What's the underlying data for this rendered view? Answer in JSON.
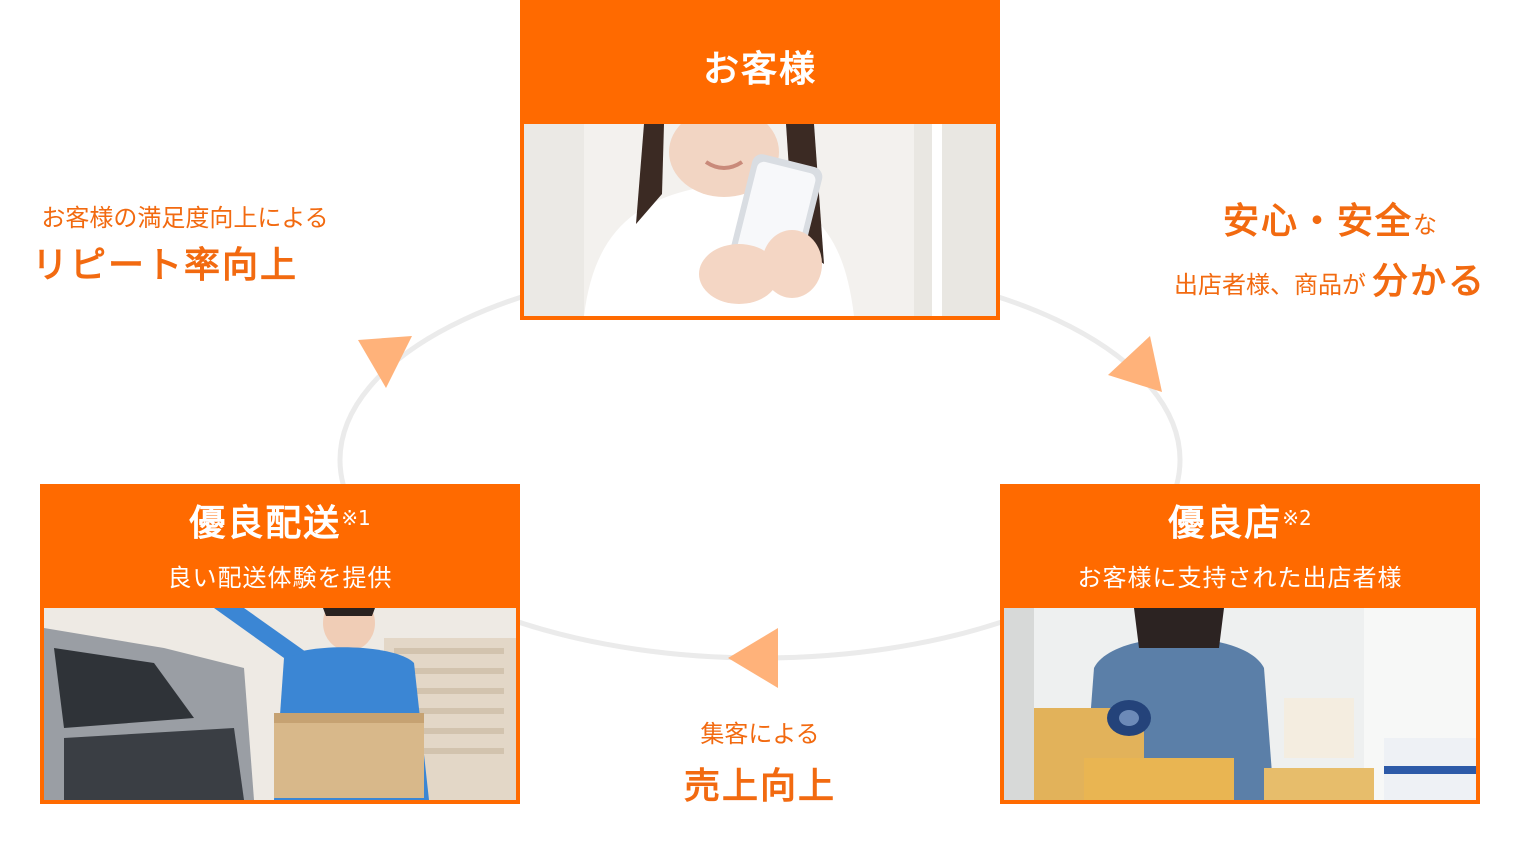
{
  "nodes": {
    "customer": {
      "title": "お客様"
    },
    "delivery": {
      "title": "優良配送",
      "note": "※1",
      "subtitle": "良い配送体験を提供"
    },
    "store": {
      "title": "優良店",
      "note": "※2",
      "subtitle": "お客様に支持された出店者様"
    }
  },
  "edges": {
    "repeat": {
      "line1": "お客様の満足度向上による",
      "line2": "リピート率向上"
    },
    "trust": {
      "line1a": "安心・安全",
      "line1b": "な",
      "line2a": "出店者様、商品が",
      "line2b": "分かる"
    },
    "sales": {
      "line1": "集客による",
      "line2": "売上向上"
    }
  },
  "colors": {
    "accent": "#ff6a00",
    "arrow": "#ffb27a",
    "ring": "#ebebeb"
  },
  "icons": [
    "woman-smartphone-photo",
    "delivery-man-photo",
    "packing-woman-photo"
  ]
}
